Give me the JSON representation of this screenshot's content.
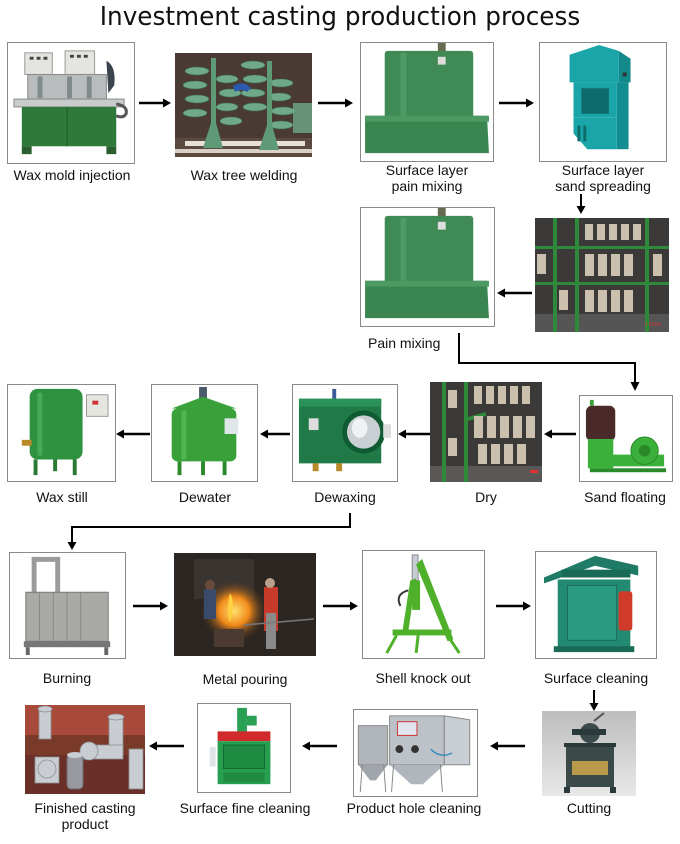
{
  "title": "Investment casting production process",
  "steps": [
    {
      "id": 1,
      "label": "Wax mold injection",
      "image": "wax-injection-machine"
    },
    {
      "id": 2,
      "label": "Wax tree welding",
      "image": "wax-trees"
    },
    {
      "id": 3,
      "label_line1": "Surface layer",
      "label_line2": "pain mixing",
      "image": "green-slurry-mixer"
    },
    {
      "id": 4,
      "label_line1": "Surface layer",
      "label_line2": "sand spreading",
      "image": "cyan-sand-sprinkler"
    },
    {
      "id": 5,
      "label": "",
      "image": "shell-racks-drying"
    },
    {
      "id": 6,
      "label": "Pain mixing",
      "image": "green-slurry-mixer"
    },
    {
      "id": 7,
      "label": "Sand floating",
      "image": "fluidized-sand-bed"
    },
    {
      "id": 8,
      "label": "Dry",
      "image": "shell-racks-drying"
    },
    {
      "id": 9,
      "label": "Dewaxing",
      "image": "steam-autoclave"
    },
    {
      "id": 10,
      "label": "Dewater",
      "image": "green-tank-with-motor"
    },
    {
      "id": 11,
      "label": "Wax still",
      "image": "green-tank-with-panel"
    },
    {
      "id": 12,
      "label": "Burning",
      "image": "roasting-furnace"
    },
    {
      "id": 13,
      "label": "Metal pouring",
      "image": "workers-pouring-metal"
    },
    {
      "id": 14,
      "label": "Shell knock out",
      "image": "shell-knockout-machine"
    },
    {
      "id": 15,
      "label": "Surface cleaning",
      "image": "hook-shot-blaster"
    },
    {
      "id": 16,
      "label": "Cutting",
      "image": "cutting-machine"
    },
    {
      "id": 17,
      "label": "Product hole cleaning",
      "image": "sandblast-cabinet"
    },
    {
      "id": 18,
      "label": "Surface fine cleaning",
      "image": "tumble-shot-blaster"
    },
    {
      "id": 19,
      "label_line1": "Finished casting",
      "label_line2": "product",
      "image": "steel-pipe-fittings"
    }
  ],
  "photo_marks": {
    "rack_scale": "1 15cm"
  }
}
